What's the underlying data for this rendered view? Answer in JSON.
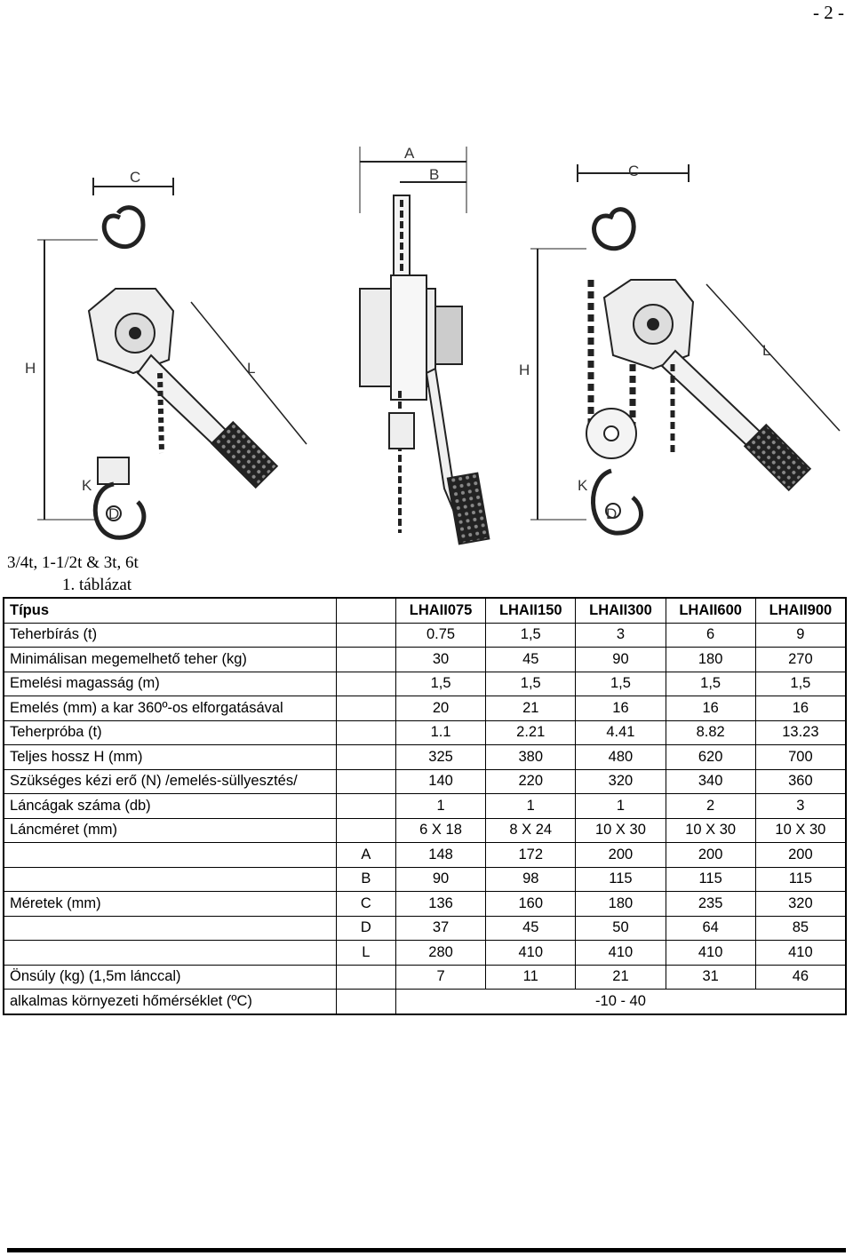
{
  "page_number": "- 2 -",
  "figure": {
    "dimension_labels": {
      "a": "A",
      "b": "B",
      "c": "C",
      "h": "H",
      "l": "L",
      "k": "K",
      "d": "D"
    }
  },
  "captions": {
    "models": "3/4t, 1-1/2t & 3t, 6t",
    "table_title": "1.   táblázat"
  },
  "table": {
    "header": {
      "label": "Típus",
      "models": [
        "LHAII075",
        "LHAII150",
        "LHAII300",
        "LHAII600",
        "LHAII900"
      ]
    },
    "rows": [
      {
        "label": "Teherbírás (t)",
        "values": [
          "0.75",
          "1,5",
          "3",
          "6",
          "9"
        ]
      },
      {
        "label": "Minimálisan megemelhető teher (kg)",
        "values": [
          "30",
          "45",
          "90",
          "180",
          "270"
        ]
      },
      {
        "label": "Emelési magasság (m)",
        "values": [
          "1,5",
          "1,5",
          "1,5",
          "1,5",
          "1,5"
        ]
      },
      {
        "label": "Emelés (mm) a kar 360º-os elforgatásával",
        "values": [
          "20",
          "21",
          "16",
          "16",
          "16"
        ]
      },
      {
        "label": "Teherpróba (t)",
        "values": [
          "1.1",
          "2.21",
          "4.41",
          "8.82",
          "13.23"
        ]
      },
      {
        "label": "Teljes hossz H (mm)",
        "values": [
          "325",
          "380",
          "480",
          "620",
          "700"
        ]
      },
      {
        "label": "Szükséges kézi erő (N) /emelés-süllyesztés/",
        "values": [
          "140",
          "220",
          "320",
          "340",
          "360"
        ]
      },
      {
        "label": "Láncágak száma (db)",
        "values": [
          "1",
          "1",
          "1",
          "2",
          "3"
        ]
      },
      {
        "label": "Láncméret (mm)",
        "values": [
          "6 X 18",
          "8 X 24",
          "10 X 30",
          "10 X 30",
          "10 X 30"
        ]
      }
    ],
    "dimensions": {
      "label": "Méretek (mm)",
      "rows": [
        {
          "key": "A",
          "values": [
            "148",
            "172",
            "200",
            "200",
            "200"
          ]
        },
        {
          "key": "B",
          "values": [
            "90",
            "98",
            "115",
            "115",
            "115"
          ]
        },
        {
          "key": "C",
          "values": [
            "136",
            "160",
            "180",
            "235",
            "320"
          ]
        },
        {
          "key": "D",
          "values": [
            "37",
            "45",
            "50",
            "64",
            "85"
          ]
        },
        {
          "key": "L",
          "values": [
            "280",
            "410",
            "410",
            "410",
            "410"
          ]
        }
      ]
    },
    "weight": {
      "label": "Önsúly (kg) (1,5m lánccal)",
      "values": [
        "7",
        "11",
        "21",
        "31",
        "46"
      ]
    },
    "temperature": {
      "label": "alkalmas környezeti hőmérséklet (ºC)",
      "value": "-10  -  40"
    }
  }
}
